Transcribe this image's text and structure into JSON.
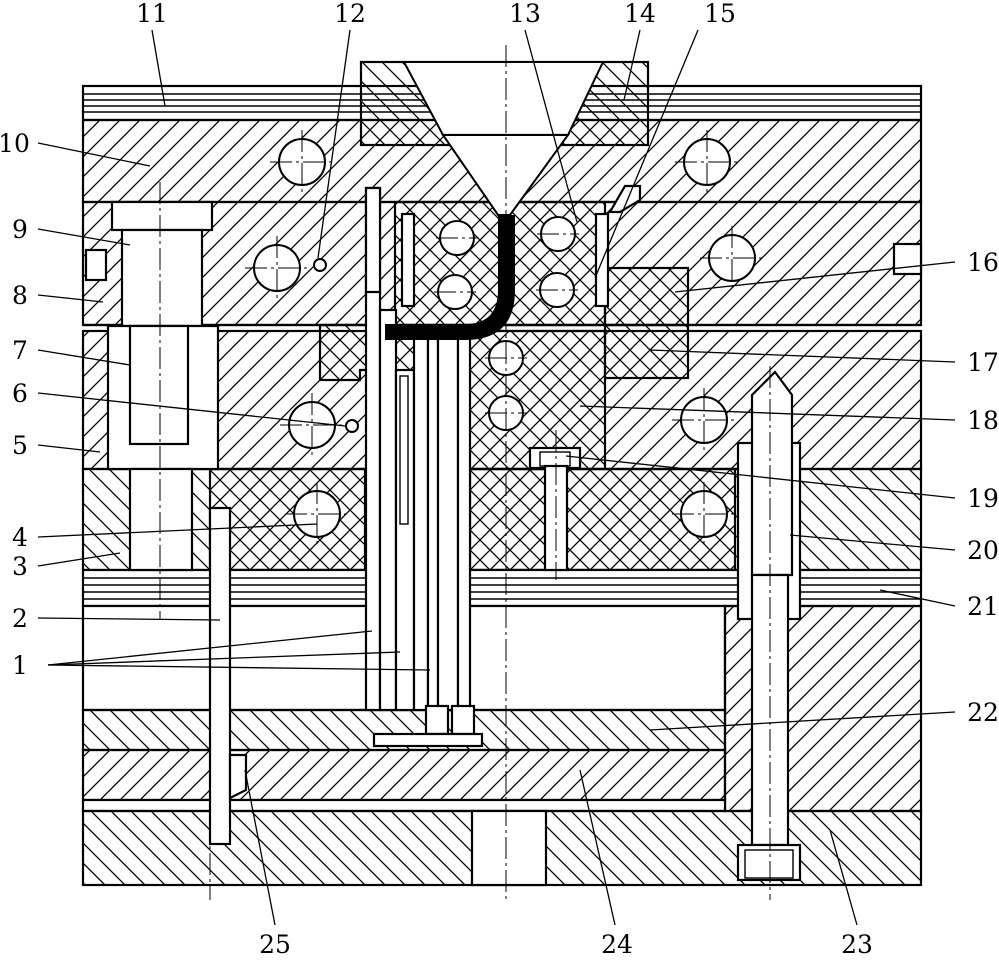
{
  "figure": {
    "description_hidden": false,
    "top_labels": [
      "11",
      "12",
      "13",
      "14",
      "15"
    ],
    "left_labels": [
      "10",
      "9",
      "8",
      "7",
      "6",
      "5",
      "4",
      "3",
      "2",
      "1"
    ],
    "right_labels": [
      "16",
      "17",
      "18",
      "19",
      "20",
      "21",
      "22"
    ],
    "bottom_labels": [
      "25",
      "24",
      "23"
    ],
    "colors": {
      "line": "#000000",
      "background": "#ffffff",
      "plastic_part": "#000000"
    }
  }
}
